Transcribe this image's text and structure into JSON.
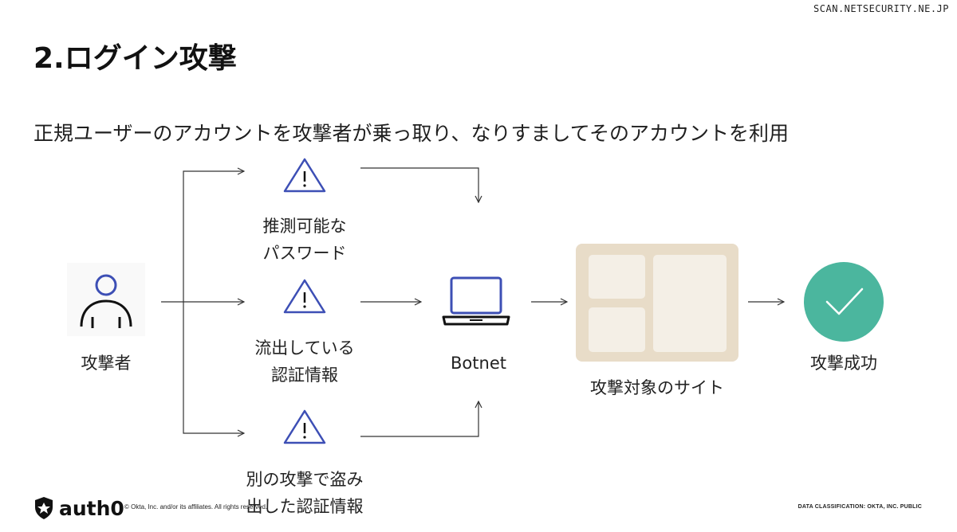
{
  "watermark": "SCAN.NETSECURITY.NE.JP",
  "page_title": "2.ログイン攻撃",
  "subtitle": "正規ユーザーのアカウントを攻撃者が乗っ取り、なりすましてそのアカウントを利用",
  "nodes": {
    "attacker": "攻撃者",
    "guessable_password": [
      "推測可能な",
      "パスワード"
    ],
    "leaked_credentials": [
      "流出している",
      "認証情報"
    ],
    "stolen_credentials": [
      "別の攻撃で盗み",
      "出した認証情報"
    ],
    "botnet": "Botnet",
    "target_site": "攻撃対象のサイト",
    "success": "攻撃成功"
  },
  "colors": {
    "icon_blue": "#3d4fb5",
    "site_beige": "#e8dcc8",
    "site_panel": "#f4efe6",
    "success_green": "#4bb69e"
  },
  "footer": {
    "brand": "auth0",
    "copyright": "© Okta, Inc. and/or its affiliates. All rights reserved.",
    "classification": "DATA CLASSIFICATION: OKTA, INC. PUBLIC"
  }
}
